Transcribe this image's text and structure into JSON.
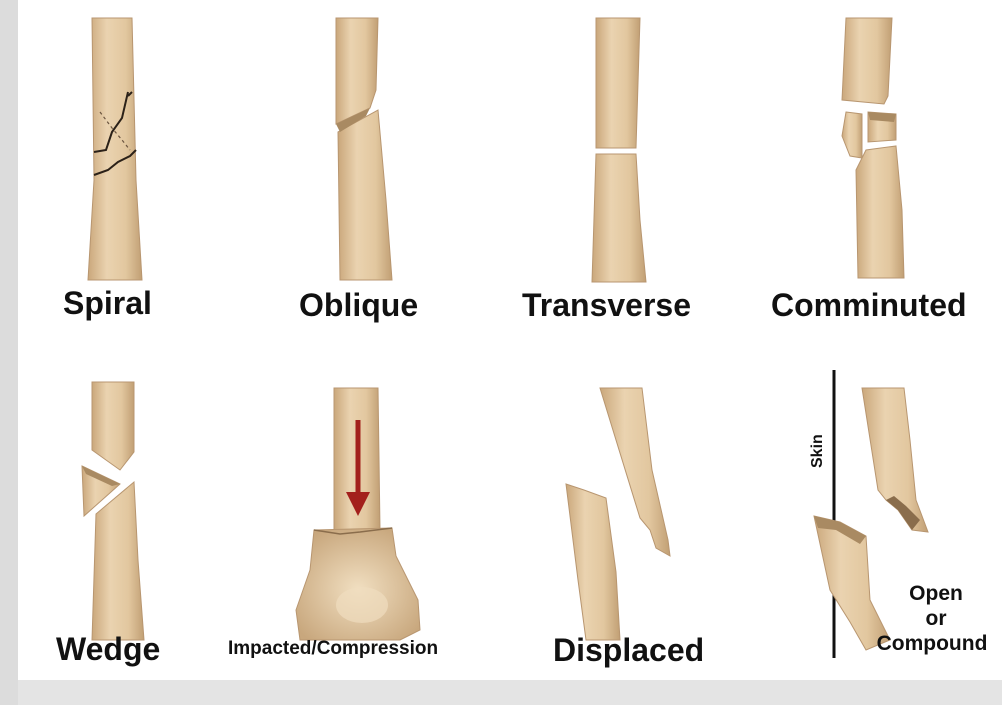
{
  "labels": {
    "spiral": "Spiral",
    "oblique": "Oblique",
    "transverse": "Transverse",
    "comminuted": "Comminuted",
    "wedge": "Wedge",
    "impacted": "Impacted/Compression",
    "displaced": "Displaced",
    "skin": "Skin",
    "open_line1": "Open",
    "open_line2": "or",
    "open_line3": "Compound"
  },
  "colors": {
    "bone_fill": "#e2c9a4",
    "bone_shade": "#c9ab82",
    "bone_outline": "#a98a62",
    "arrow": "#a3201c",
    "crack": "#2b2118",
    "skin_line": "#111111"
  }
}
